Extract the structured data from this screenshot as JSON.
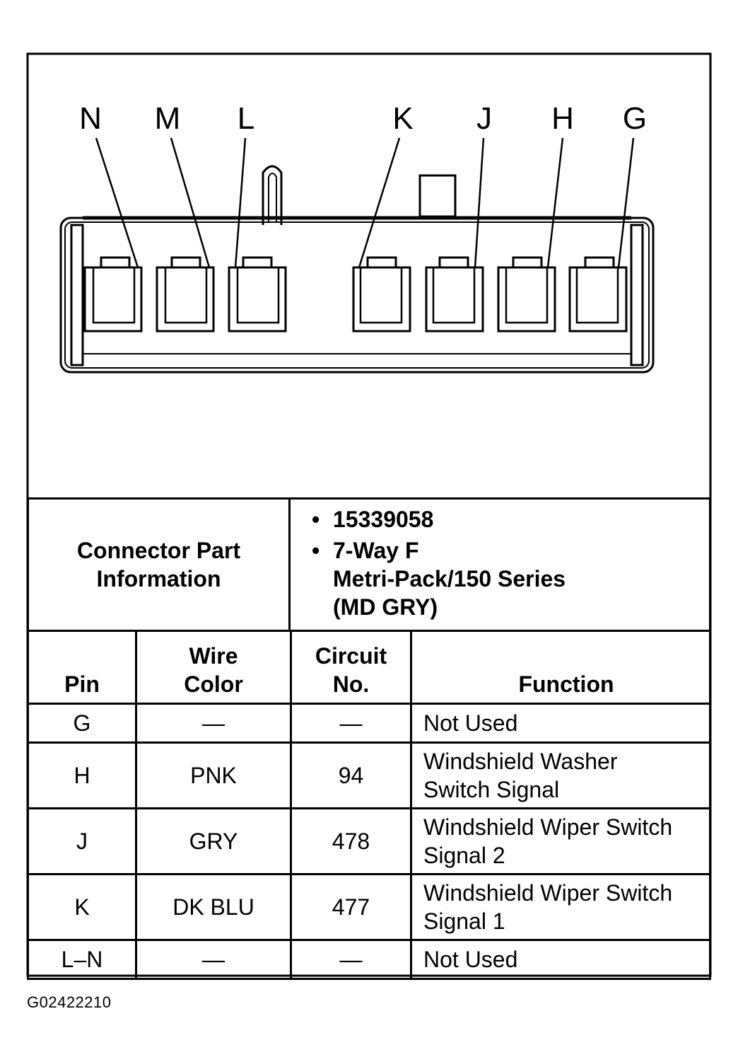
{
  "diagram": {
    "pin_letters": [
      "N",
      "M",
      "L",
      "K",
      "J",
      "H",
      "G"
    ]
  },
  "connector_info": {
    "label_line1": "Connector Part",
    "label_line2": "Information",
    "part_number": "15339058",
    "description_line1": "7-Way F",
    "description_line2": "Metri-Pack/150 Series",
    "description_line3": "(MD GRY)"
  },
  "pin_table": {
    "headers": {
      "pin": "Pin",
      "wire_color_line1": "Wire",
      "wire_color_line2": "Color",
      "circuit_line1": "Circuit",
      "circuit_line2": "No.",
      "function": "Function"
    },
    "rows": [
      {
        "pin": "G",
        "wire_color": "—",
        "circuit": "—",
        "function_line1": "Not Used",
        "function_line2": ""
      },
      {
        "pin": "H",
        "wire_color": "PNK",
        "circuit": "94",
        "function_line1": "Windshield Washer",
        "function_line2": "Switch Signal"
      },
      {
        "pin": "J",
        "wire_color": "GRY",
        "circuit": "478",
        "function_line1": "Windshield Wiper Switch",
        "function_line2": "Signal 2"
      },
      {
        "pin": "K",
        "wire_color": "DK BLU",
        "circuit": "477",
        "function_line1": "Windshield Wiper Switch",
        "function_line2": "Signal 1"
      },
      {
        "pin": "L–N",
        "wire_color": "—",
        "circuit": "—",
        "function_line1": "Not Used",
        "function_line2": ""
      }
    ]
  },
  "figure_id": "G02422210"
}
